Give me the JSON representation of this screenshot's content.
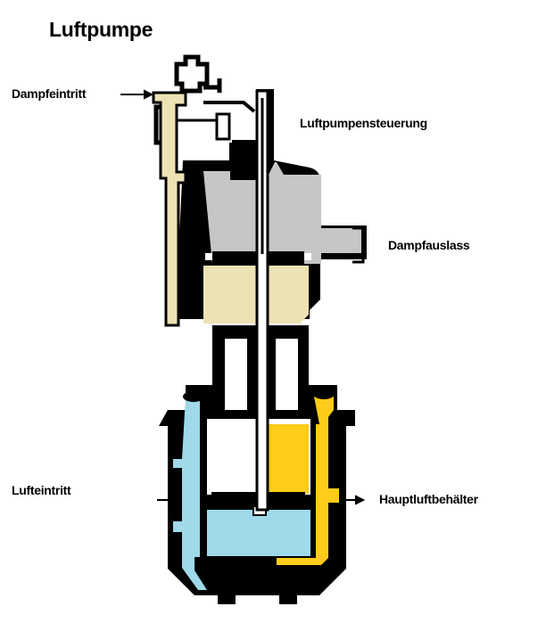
{
  "title": "Luftpumpe",
  "labels": {
    "steam_inlet": "Dampfeintritt",
    "pump_control": "Luftpumpensteuerung",
    "steam_outlet": "Dampfauslass",
    "air_inlet": "Lufteintritt",
    "main_reservoir": "Hauptluftbehälter"
  },
  "colors": {
    "steam_live": "#c6c6c6",
    "steam_exhaust": "#ede2b4",
    "air_intake": "#9fd9ea",
    "air_compressed": "#ffcc1a",
    "outline": "#000000"
  }
}
